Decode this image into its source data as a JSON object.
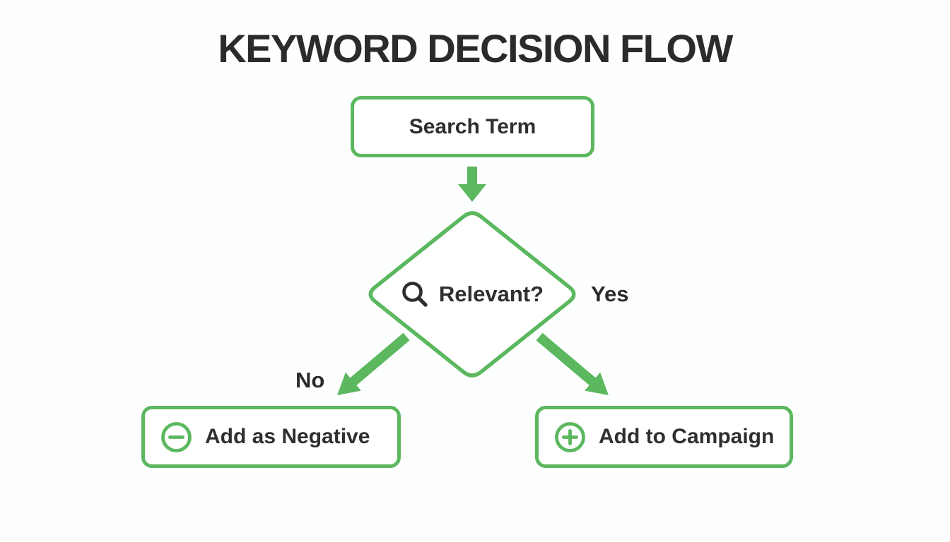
{
  "title": "KEYWORD DECISION FLOW",
  "colors": {
    "accent_green": "#5cb85f",
    "text_dark": "#2d2d2d",
    "node_fill": "#ffffff",
    "background": "#fdfefe"
  },
  "flowchart": {
    "nodes": {
      "search_term": {
        "label": "Search Term",
        "shape": "rounded-rect"
      },
      "decision": {
        "label": "Relevant?",
        "shape": "diamond",
        "icon": "search-icon"
      },
      "add_negative": {
        "label": "Add as Negative",
        "shape": "rounded-rect",
        "icon": "minus-circle-icon"
      },
      "add_campaign": {
        "label": "Add to Campaign",
        "shape": "rounded-rect",
        "icon": "plus-circle-icon"
      }
    },
    "edges": {
      "decision_yes": {
        "label": "Yes"
      },
      "decision_no": {
        "label": "No"
      }
    }
  }
}
